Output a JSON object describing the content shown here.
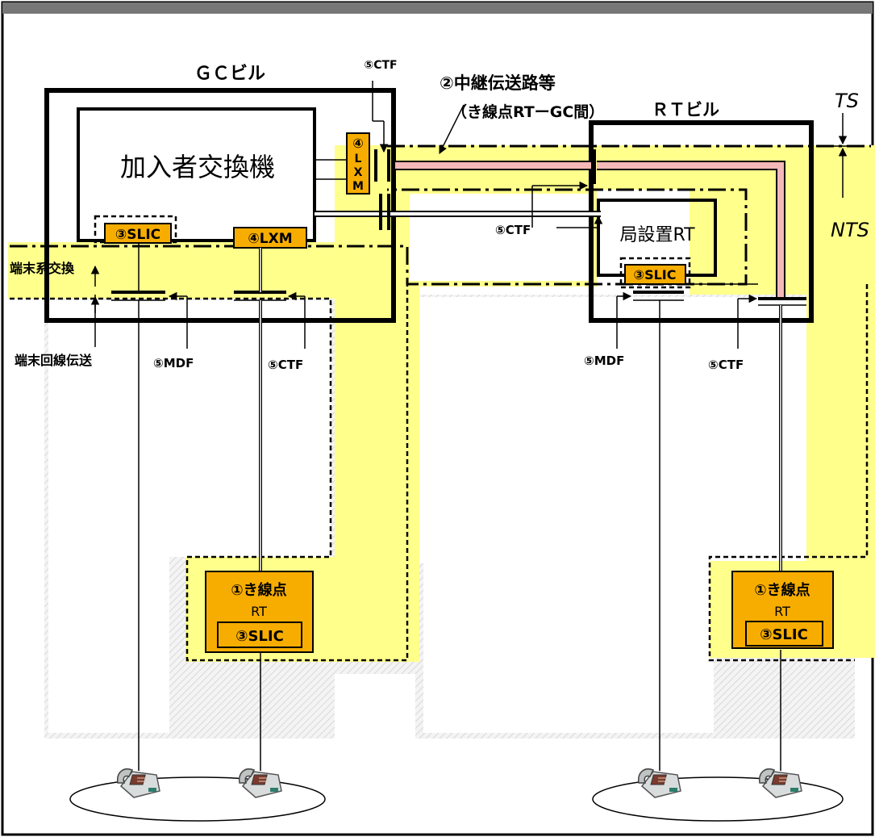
{
  "labels": {
    "gc_building": "ＧＣビル",
    "subscriber_switch": "加入者交換機",
    "lxm_vertical": [
      "④",
      "L",
      "X",
      "M"
    ],
    "slic_gc": "③SLIC",
    "lxm_gc": "④LXM",
    "terminal_switching": "端末系交換",
    "terminal_transmission": "端末回線伝送",
    "mdf_gc": "⑤MDF",
    "ctf_gc_bottom": "⑤CTF",
    "ctf_top": "⑤CTF",
    "relay_line": "②中継伝送路等",
    "relay_sub": "（き線点RTーGC間）",
    "rt_building": "ＲＴビル",
    "ctf_mid": "⑤CTF",
    "rt_in_office": "局設置RT",
    "slic_rt": "③SLIC",
    "mdf_rt": "⑤MDF",
    "ctf_rt": "⑤CTF",
    "ts": "TS",
    "nts": "NTS",
    "feeder_rt_left_title": "①き線点",
    "feeder_rt_left_rt": "RT",
    "feeder_rt_left_slic": "③SLIC",
    "feeder_rt_right_title": "①き線点",
    "feeder_rt_right_rt": "RT",
    "feeder_rt_right_slic": "③SLIC"
  },
  "colors": {
    "orange": "#f7ad00",
    "yellow": "#ffff8c",
    "pink": "#f4b8b8"
  },
  "icons": [
    "telephone-icon",
    "telephone-icon",
    "telephone-icon",
    "telephone-icon"
  ]
}
